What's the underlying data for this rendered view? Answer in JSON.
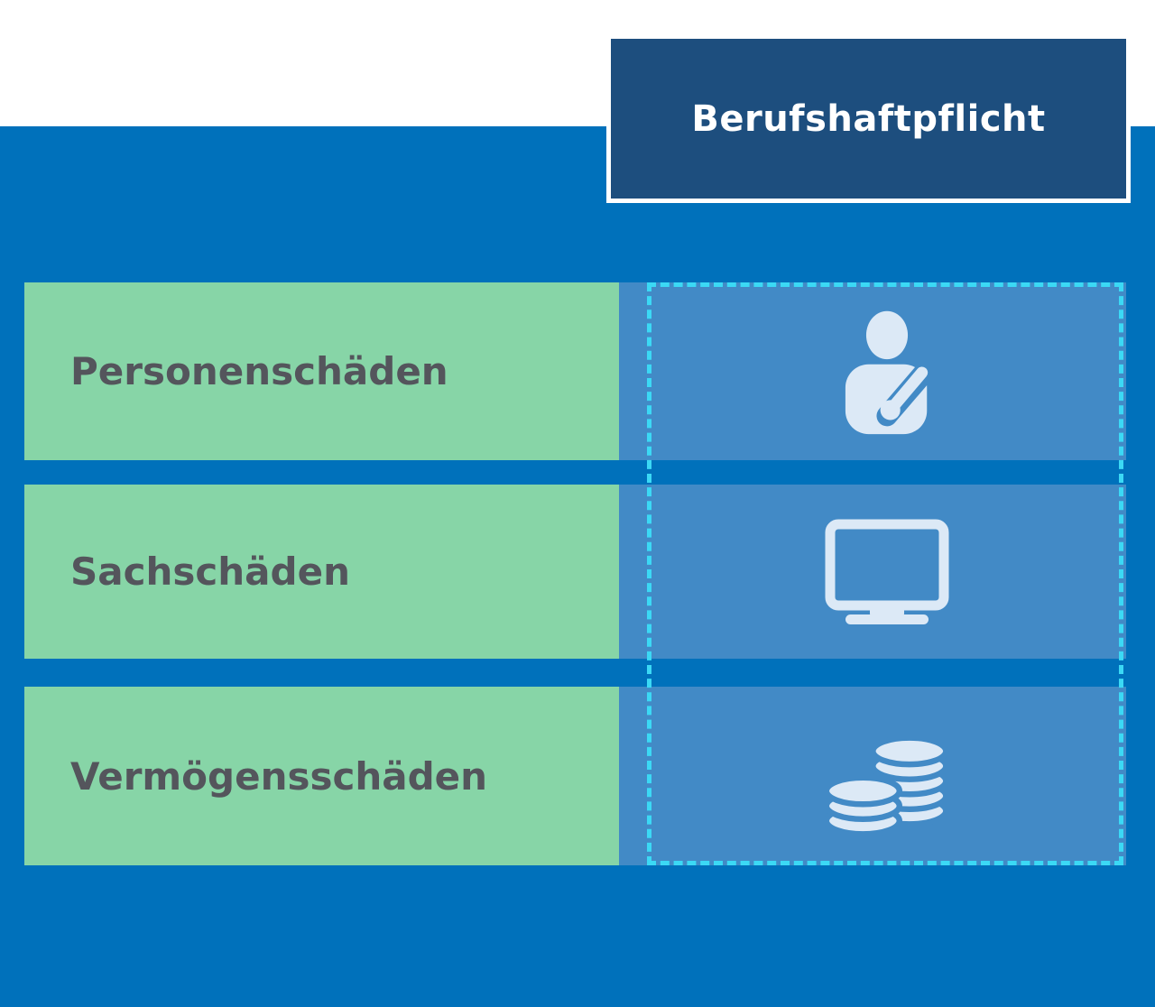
{
  "header": {
    "title": "Berufshaftpflicht"
  },
  "rows": [
    {
      "label": "Personenschäden",
      "icon": "injured-person-icon"
    },
    {
      "label": "Sachschäden",
      "icon": "computer-monitor-icon"
    },
    {
      "label": "Vermögensschäden",
      "icon": "coins-icon"
    }
  ],
  "colors": {
    "canvas_blue": "#0071bb",
    "header_navy": "#1d4e7e",
    "header_border": "#ffffff",
    "row_green": "#87d5a7",
    "label_text": "#54555c",
    "icon_column_blue": "#428ac6",
    "dashed_border_cyan": "#3bd9f5",
    "icon_fill": "#dce9f6",
    "top_band": "#ffffff"
  }
}
